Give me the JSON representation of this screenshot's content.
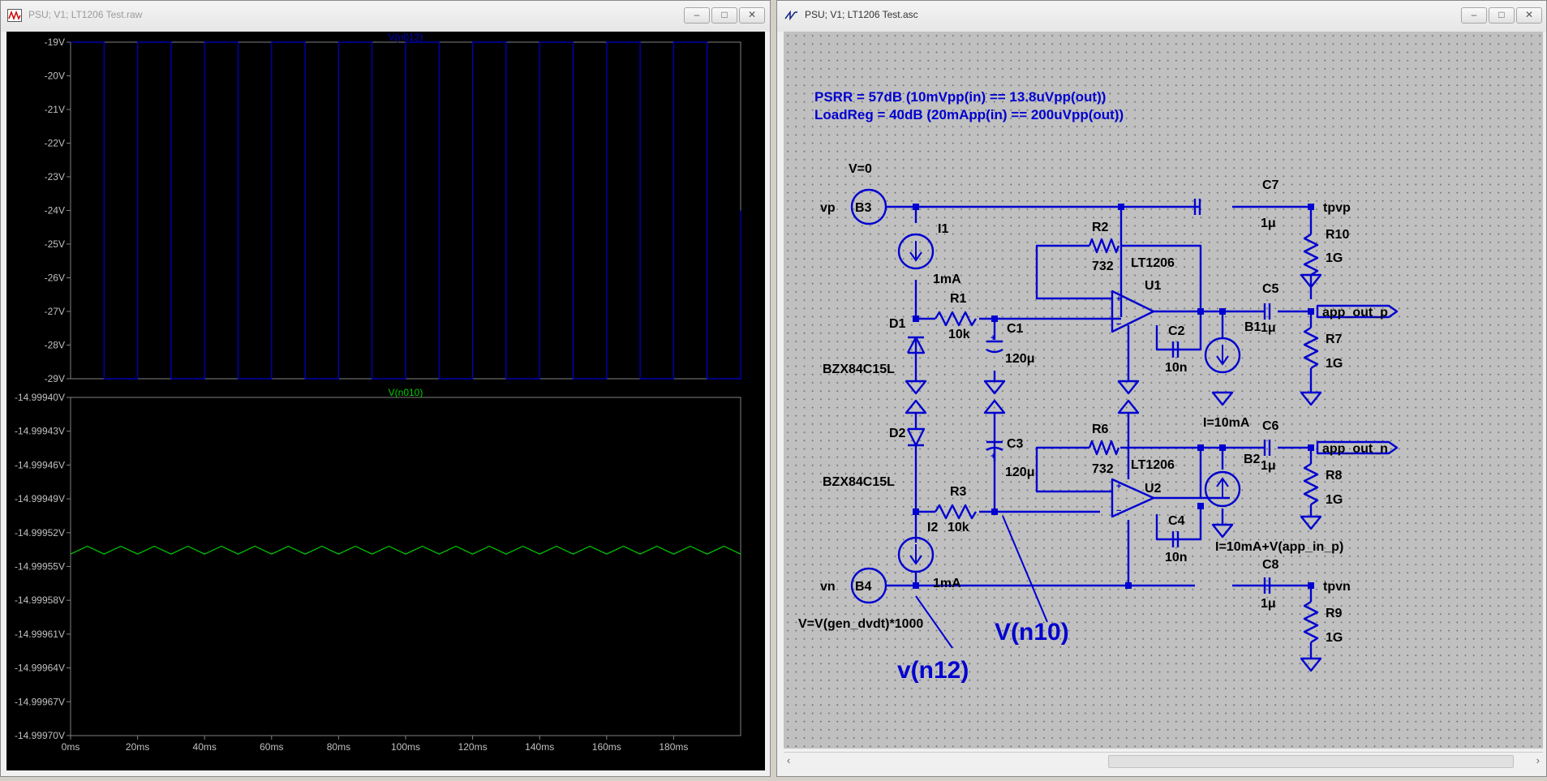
{
  "left_window": {
    "title": "PSU; V1; LT1206 Test.raw",
    "buttons": {
      "minimize": "–",
      "maximize": "□",
      "close": "✕"
    }
  },
  "right_window": {
    "title": "PSU; V1; LT1206 Test.asc",
    "buttons": {
      "minimize": "–",
      "maximize": "□",
      "close": "✕"
    }
  },
  "chart_data": [
    {
      "type": "line",
      "title": "V(n012)",
      "ylim": [
        -29,
        -19
      ],
      "y_ticks": [
        "-19V",
        "-20V",
        "-21V",
        "-22V",
        "-23V",
        "-24V",
        "-25V",
        "-26V",
        "-27V",
        "-28V",
        "-29V"
      ],
      "xlim": [
        0,
        200
      ],
      "series": [
        {
          "name": "V(n012)",
          "color": "#0000d0",
          "shape": "square wave between -19V and -29V, period 20ms",
          "x": [
            0,
            10,
            20,
            30,
            40,
            50,
            60,
            70,
            80,
            90,
            100,
            110,
            120,
            130,
            140,
            150,
            160,
            170,
            180,
            190,
            200
          ],
          "levels": [
            -19,
            -29,
            -19,
            -29,
            -19,
            -29,
            -19,
            -29,
            -19,
            -29,
            -19,
            -29,
            -19,
            -29,
            -19,
            -29,
            -19,
            -29,
            -19,
            -29,
            -24
          ]
        }
      ],
      "grid": false
    },
    {
      "type": "line",
      "title": "V(n010)",
      "ylim": [
        -14.9997,
        -14.9994
      ],
      "y_ticks": [
        "-14.99940V",
        "-14.99943V",
        "-14.99946V",
        "-14.99949V",
        "-14.99952V",
        "-14.99955V",
        "-14.99958V",
        "-14.99961V",
        "-14.99964V",
        "-14.99967V",
        "-14.99970V"
      ],
      "x_ticks": [
        "0ms",
        "20ms",
        "40ms",
        "60ms",
        "80ms",
        "100ms",
        "120ms",
        "140ms",
        "160ms",
        "180ms"
      ],
      "xlim": [
        0,
        200
      ],
      "series": [
        {
          "name": "V(n010)",
          "color": "#00d000",
          "x": [
            0,
            5,
            10,
            15,
            20,
            25,
            30,
            35,
            40,
            45,
            50,
            55,
            60,
            65,
            70,
            75,
            80,
            85,
            90,
            95,
            100,
            105,
            110,
            115,
            120,
            125,
            130,
            135,
            140,
            145,
            150,
            155,
            160,
            165,
            170,
            175,
            180,
            185,
            190,
            195,
            200
          ],
          "y": [
            -14.999539,
            -14.999532,
            -14.999539,
            -14.999532,
            -14.999539,
            -14.999532,
            -14.999539,
            -14.999532,
            -14.999539,
            -14.999532,
            -14.999539,
            -14.999532,
            -14.999539,
            -14.999532,
            -14.999539,
            -14.999532,
            -14.999539,
            -14.999532,
            -14.999539,
            -14.999532,
            -14.999539,
            -14.999532,
            -14.999539,
            -14.999532,
            -14.999539,
            -14.999532,
            -14.999539,
            -14.999532,
            -14.999539,
            -14.999532,
            -14.999539,
            -14.999532,
            -14.999539,
            -14.999532,
            -14.999539,
            -14.999532,
            -14.999539,
            -14.999532,
            -14.999539,
            -14.999532,
            -14.999539
          ]
        }
      ],
      "grid": false
    }
  ],
  "schematic": {
    "notes": [
      "PSRR = 57dB (10mVpp(in) == 13.8uVpp(out))",
      "LoadReg = 40dB (20mApp(in) == 200uVpp(out))"
    ],
    "b3": {
      "name": "B3",
      "value": "V=0",
      "net": "vp"
    },
    "b4": {
      "name": "B4",
      "value": "V=V(gen_dvdt)*1000",
      "net": "vn"
    },
    "i1": {
      "name": "I1",
      "value": "1mA"
    },
    "i2": {
      "name": "I2",
      "value": "1mA"
    },
    "d1": {
      "name": "D1",
      "value": "BZX84C15L"
    },
    "d2": {
      "name": "D2",
      "value": "BZX84C15L"
    },
    "r1": {
      "name": "R1",
      "value": "10k"
    },
    "r2": {
      "name": "R2",
      "value": "732"
    },
    "r3": {
      "name": "R3",
      "value": "10k"
    },
    "r6": {
      "name": "R6",
      "value": "732"
    },
    "r7": {
      "name": "R7",
      "value": "1G"
    },
    "r8": {
      "name": "R8",
      "value": "1G"
    },
    "r9": {
      "name": "R9",
      "value": "1G"
    },
    "r10": {
      "name": "R10",
      "value": "1G"
    },
    "c1": {
      "name": "C1",
      "value": "120μ"
    },
    "c2": {
      "name": "C2",
      "value": "10n"
    },
    "c3": {
      "name": "C3",
      "value": "120μ"
    },
    "c4": {
      "name": "C4",
      "value": "10n"
    },
    "c5": {
      "name": "C5",
      "value": "1μ"
    },
    "c6": {
      "name": "C6",
      "value": "1μ"
    },
    "c7": {
      "name": "C7",
      "value": "1μ"
    },
    "c8": {
      "name": "C8",
      "value": "1μ"
    },
    "u1": {
      "name": "U1",
      "value": "LT1206"
    },
    "u2": {
      "name": "U2",
      "value": "LT1206"
    },
    "b1": {
      "name": "B1",
      "value": "I=10mA"
    },
    "b2": {
      "name": "B2",
      "value": "I=10mA+V(app_in_p)"
    },
    "nets": {
      "tpvp": "tpvp",
      "tpvn": "tpvn",
      "app_out_p": "app_out_p",
      "app_out_n": "app_out_n"
    },
    "probe_n10": "V(n10)",
    "probe_n12": "v(n12)"
  }
}
